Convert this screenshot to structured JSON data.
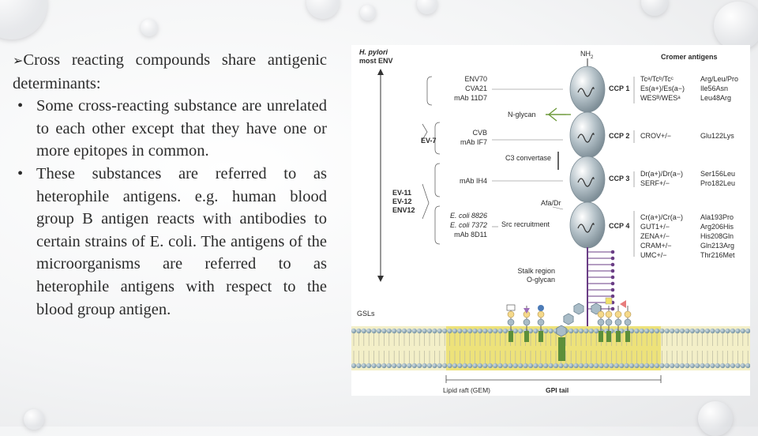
{
  "slide": {
    "heading": {
      "arrow": "➢",
      "text": "Cross reacting compounds share antigenic determinants:"
    },
    "bullets": [
      "Some cross-reacting substance are unrelated to each other except that they have one or more epitopes in common.",
      "These substances are referred to as heterophile antigens. e.g. human blood group B antigen reacts with antibodies to certain strains of E. coli. The antigens of the microorganisms are referred to as heterophile antigens with respect to the blood group antigen."
    ]
  },
  "figure": {
    "nh2": "NH",
    "nh2_sub": "2",
    "cromer_title": "Cromer antigens",
    "hpylori_1": "H. pylori",
    "hpylori_2": "most ENV",
    "ccp1": {
      "label": "CCP 1",
      "ligands": [
        "ENV70",
        "CVA21",
        "mAb 11D7"
      ],
      "antigens": [
        "Tcᵃ/Tcᵇ/Tcᶜ",
        "Es(a+)/Es(a−)",
        "WESᴮ/WESᵃ"
      ],
      "mutations": [
        "Arg/Leu/Pro",
        "Ile56Asn",
        "Leu48Arg"
      ]
    },
    "n_glycan": "N-glycan",
    "ccp2": {
      "label": "CCP 2",
      "ligands": [
        "CVB",
        "mAb IF7"
      ],
      "antigens": [
        "CROV+/−"
      ],
      "mutations": [
        "Glu122Lys"
      ]
    },
    "ev7": "EV-7",
    "c3": "C3 convertase",
    "ccp3": {
      "label": "CCP 3",
      "ligands": [
        "mAb IH4"
      ],
      "antigens": [
        "Dr(a+)/Dr(a−)",
        "SERF+/−"
      ],
      "mutations": [
        "Ser156Leu",
        "Pro182Leu"
      ]
    },
    "ev_group": [
      "EV-11",
      "EV-12",
      "ENV12"
    ],
    "afa": "Afa/Dr",
    "ccp4": {
      "label": "CCP 4",
      "ligands": [
        "E. coli 8826",
        "E. coli 7372",
        "mAb 8D11"
      ],
      "antigens": [
        "Cr(a+)/Cr(a−)",
        "GUT1+/−",
        "ZENA+/−",
        "CRAM+/−",
        "UMC+/−"
      ],
      "mutations": [
        "Ala193Pro",
        "Arg206His",
        "His208Gln",
        "Gln213Arg",
        "Thr216Met"
      ]
    },
    "src": "Src recruitment",
    "stalk_1": "Stalk region",
    "stalk_2": "O-glycan",
    "gsls": "GSLs",
    "lipid_raft": "Lipid raft (GEM)",
    "gpi_tail": "GPI tail",
    "colors": {
      "ccp_sphere": "#9aaab3",
      "lipid_head": "#7b98a8",
      "raft": "#ede27a",
      "stalk": "#6a3d85",
      "nglycan": "#6e9a3c"
    }
  }
}
